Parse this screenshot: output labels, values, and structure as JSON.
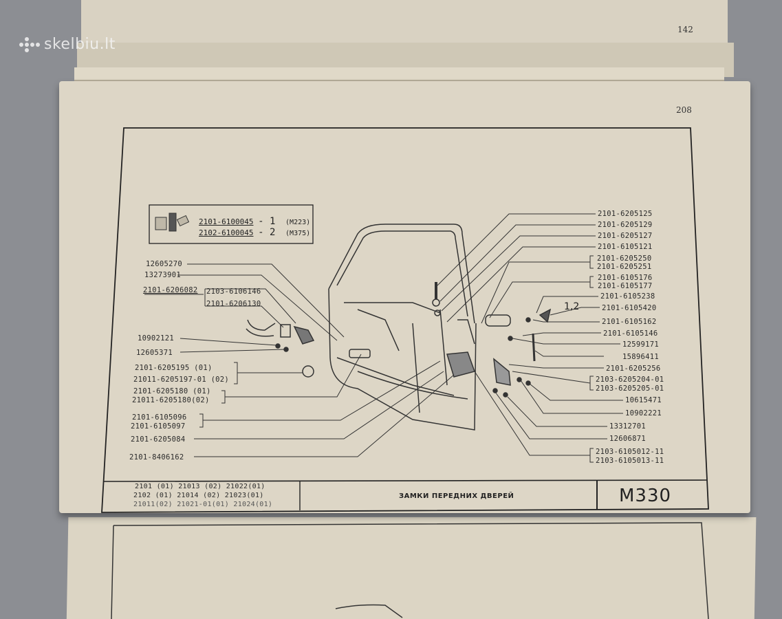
{
  "watermark": "skelbiu.lt",
  "pages": {
    "back_page_number": "142",
    "main_page_number": "208"
  },
  "inset": {
    "lines": [
      {
        "part": "2101-6100045",
        "qty": "- 1",
        "ref": "(M223)"
      },
      {
        "part": "2102-6100045",
        "qty": "- 2",
        "ref": "(M375)"
      }
    ]
  },
  "left_labels": [
    "12605270",
    "13273901",
    "2101-6206082",
    "2103-6106146",
    "2101-6206130",
    "10902121",
    "12605371",
    "2101-6205195 (01)",
    "21011-6205197-01 (02)",
    "2101-6205180 (01)",
    "21011-6205180(02)",
    "2101-6105096",
    "2101-6105097",
    "2101-6205084",
    "2101-8406162"
  ],
  "right_labels": [
    "2101-6205125",
    "2101-6205129",
    "2101-6205127",
    "2101-6105121",
    "2101-6205250",
    "2101-6205251",
    "2101-6105176",
    "2101-6105177",
    "2101-6105238",
    "2101-6105420",
    "2101-6105162",
    "2101-6105146",
    "12599171",
    "15896411",
    "2101-6205256",
    "2103-6205204-01",
    "2103-6205205-01",
    "10615471",
    "10902221",
    "13312701",
    "12606871",
    "2103-6105012-11",
    "2103-6105013-11"
  ],
  "callout_12": "1,2",
  "title_block": {
    "models": [
      "2101 (01) 21013   (02) 21022(01)",
      "2102 (01) 21014   (02) 21023(01)",
      "21011(02) 21021-01(01) 21024(01)"
    ],
    "title": "ЗАМКИ ПЕРЕДНИХ ДВЕРЕЙ",
    "code": "M330"
  }
}
